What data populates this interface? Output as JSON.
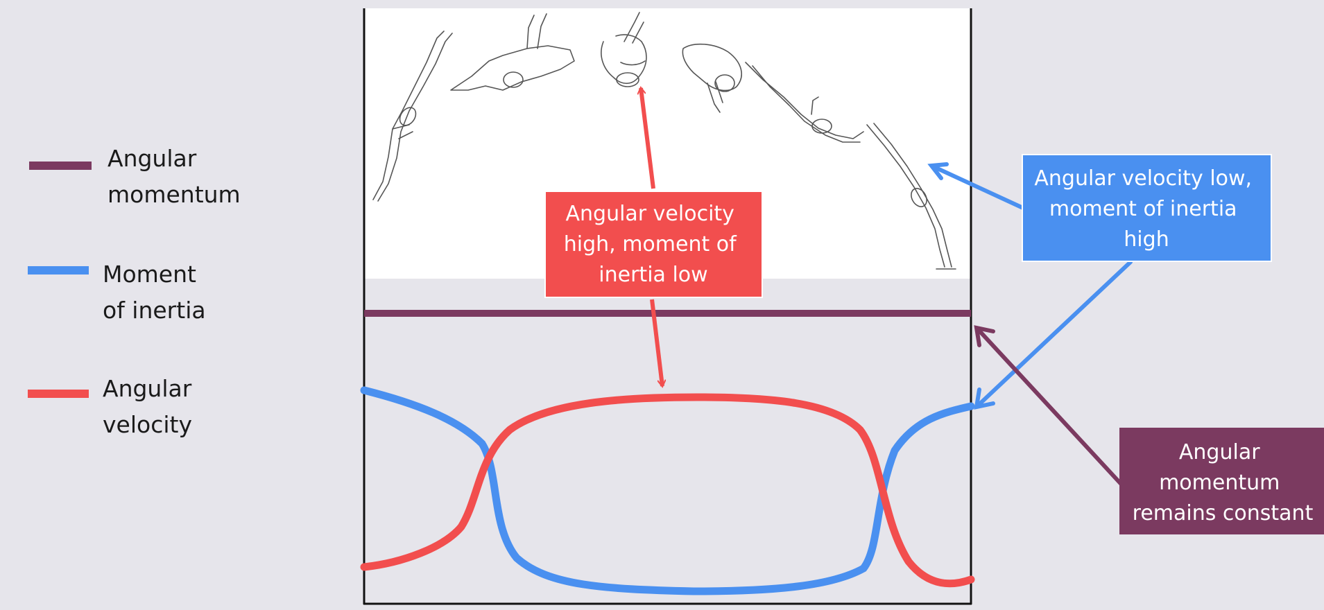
{
  "legend": [
    {
      "lines": [
        "Angular",
        "momentum"
      ],
      "color": "#7b3a60",
      "series": "angular_momentum"
    },
    {
      "lines": [
        "Moment",
        "of inertia"
      ],
      "color": "#4a90f0",
      "series": "moment_of_inertia"
    },
    {
      "lines": [
        "Angular",
        "velocity"
      ],
      "color": "#f24e4e",
      "series": "angular_velocity"
    }
  ],
  "callouts": {
    "high_velocity": {
      "lines": [
        "Angular velocity",
        "high, moment of",
        "inertia low"
      ],
      "color": "#f24e4e"
    },
    "low_velocity": {
      "lines": [
        "Angular velocity low,",
        "moment of inertia",
        "high"
      ],
      "color": "#4a90f0"
    },
    "momentum": {
      "lines": [
        "Angular",
        "momentum",
        "remains constant"
      ],
      "color": "#7b3a60"
    }
  },
  "illustration": {
    "subject": "diver-somersault-sequence-icon",
    "background": "#ffffff"
  },
  "colors": {
    "background": "#e6e5eb",
    "axis": "#111111"
  }
}
